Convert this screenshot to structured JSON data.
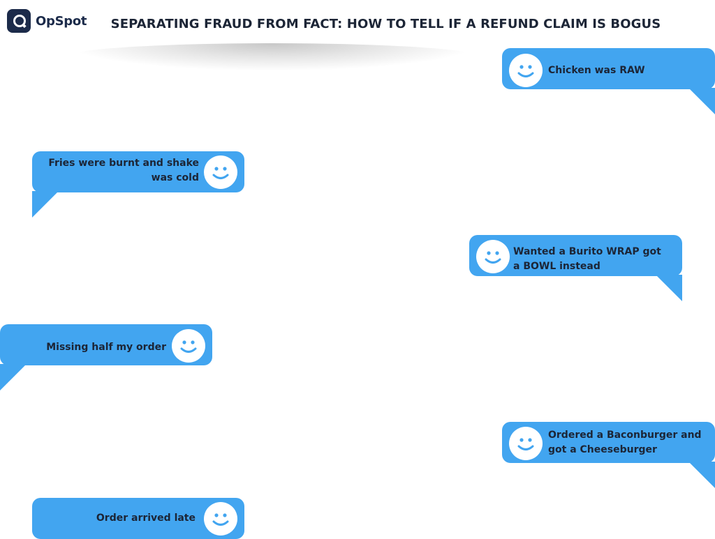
{
  "brand": {
    "name": "OpSpot",
    "logo_color": "#1c2b4a"
  },
  "title": "SEPARATING FRAUD FROM FACT: HOW TO TELL IF A REFUND CLAIM IS BOGUS",
  "colors": {
    "bubble": "#42a5f0",
    "text": "#1c2536",
    "face": "#ffffff"
  },
  "messages": [
    {
      "text": "Chicken was RAW",
      "side": "right",
      "icon": "smiley-face-icon"
    },
    {
      "text": "Fries were burnt and shake was cold",
      "side": "left",
      "icon": "smiley-face-icon"
    },
    {
      "text": "Wanted a Burito WRAP got a BOWL instead",
      "side": "right",
      "icon": "smiley-face-icon"
    },
    {
      "text": "Missing half my order",
      "side": "left",
      "icon": "smiley-face-icon"
    },
    {
      "text": "Ordered a Baconburger and got a Cheeseburger",
      "side": "right",
      "icon": "smiley-face-icon"
    },
    {
      "text": "Order arrived late",
      "side": "left",
      "icon": "smiley-face-icon"
    }
  ]
}
